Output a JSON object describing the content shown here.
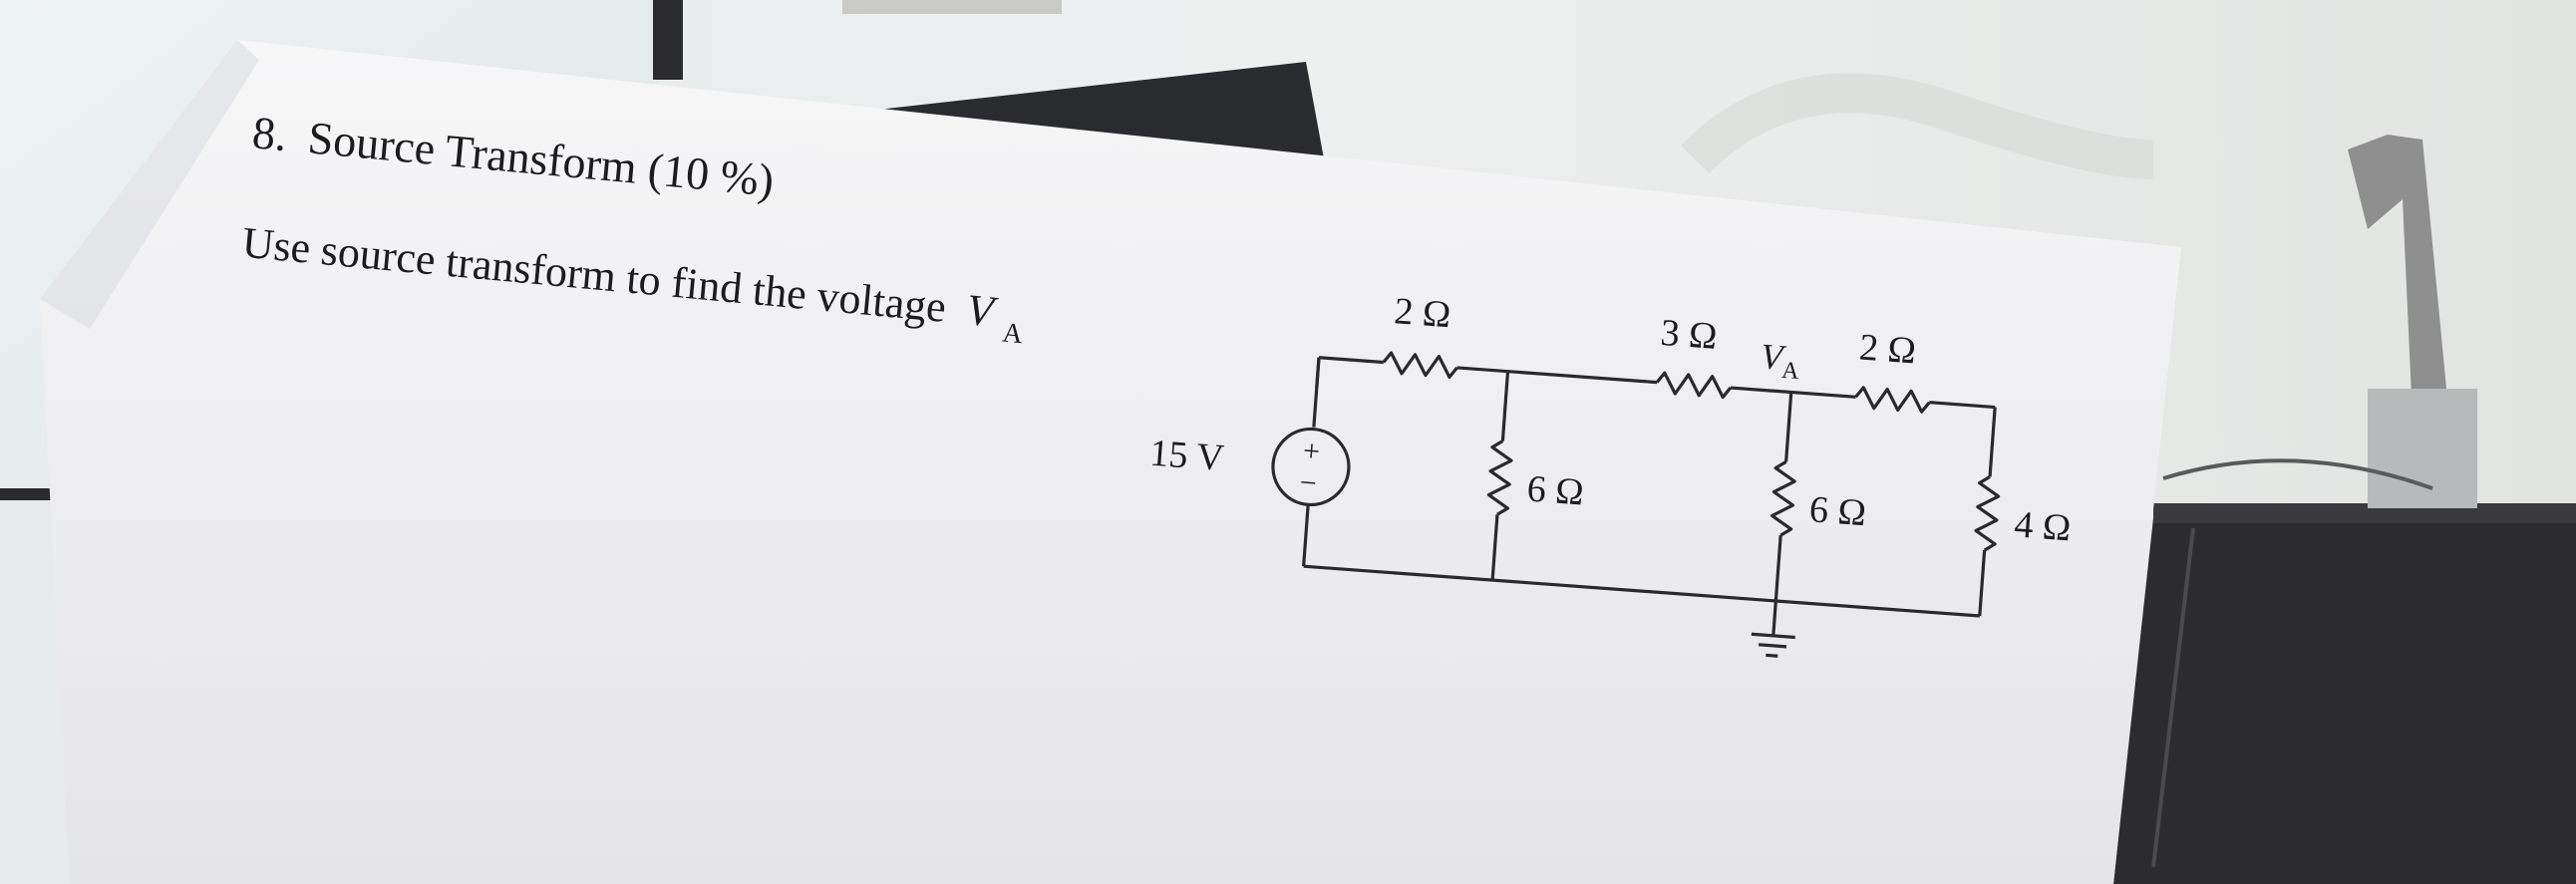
{
  "question": {
    "number": "8.",
    "title": "Source Transform (10 %)",
    "instruction": "Use source transform to find the voltage",
    "instruction_var": "V",
    "instruction_sub": "A"
  },
  "circuit": {
    "source_label": "15 V",
    "source_plus": "+",
    "source_minus": "−",
    "r_top_left": "2 Ω",
    "r_top_mid": "3 Ω",
    "r_top_right": "2 Ω",
    "r_shunt_left": "6 Ω",
    "r_shunt_mid": "6 Ω",
    "r_shunt_right": "4 Ω",
    "node_var": "V",
    "node_sub": "A"
  }
}
